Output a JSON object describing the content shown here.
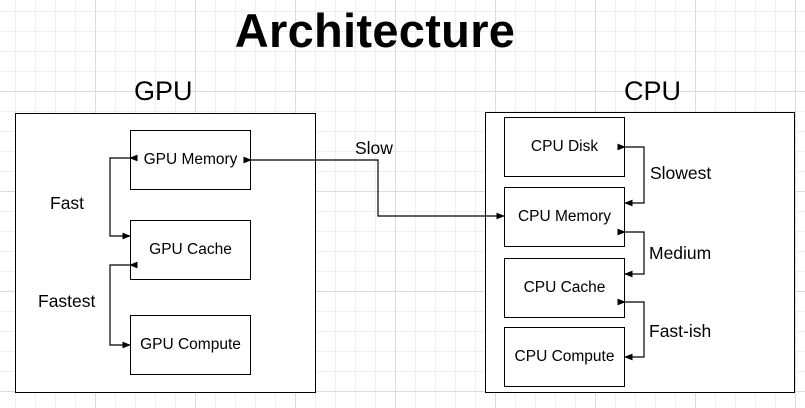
{
  "title": "Architecture",
  "gpu": {
    "label": "GPU",
    "nodes": {
      "memory": "GPU Memory",
      "cache": "GPU Cache",
      "compute": "GPU Compute"
    },
    "edges": {
      "memory_cache": "Fast",
      "cache_compute": "Fastest"
    }
  },
  "cpu": {
    "label": "CPU",
    "nodes": {
      "disk": "CPU Disk",
      "memory": "CPU Memory",
      "cache": "CPU Cache",
      "compute": "CPU Compute"
    },
    "edges": {
      "disk_memory": "Slowest",
      "memory_cache": "Medium",
      "cache_compute": "Fast-ish"
    }
  },
  "cross_link": "Slow"
}
